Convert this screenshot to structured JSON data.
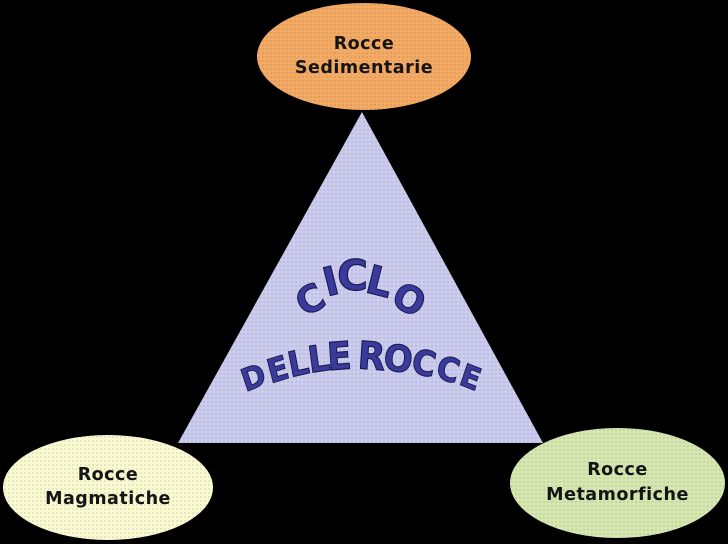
{
  "canvas": {
    "background_color": "#000000"
  },
  "diagram": {
    "title_line1": "CICLO",
    "title_line2": "DELLE ROCCE",
    "title_color": "#3A3A9C",
    "title_outline_color": "#1B1B50",
    "triangle_color": "#CCCCEE",
    "label_color": "#141414",
    "nodes": [
      {
        "id": "rocce-sedimentarie",
        "label_line1": "Rocce",
        "label_line2": "Sedimentarie",
        "color": "#F4AA62",
        "position": "top"
      },
      {
        "id": "rocce-magmatiche",
        "label_line1": "Rocce",
        "label_line2": "Magmatiche",
        "color": "#FAFAD0",
        "position": "bottom-left"
      },
      {
        "id": "rocce-metamorfiche",
        "label_line1": "Rocce",
        "label_line2": "Metamorfiche",
        "color": "#D6E8B0",
        "position": "bottom-right"
      }
    ]
  }
}
